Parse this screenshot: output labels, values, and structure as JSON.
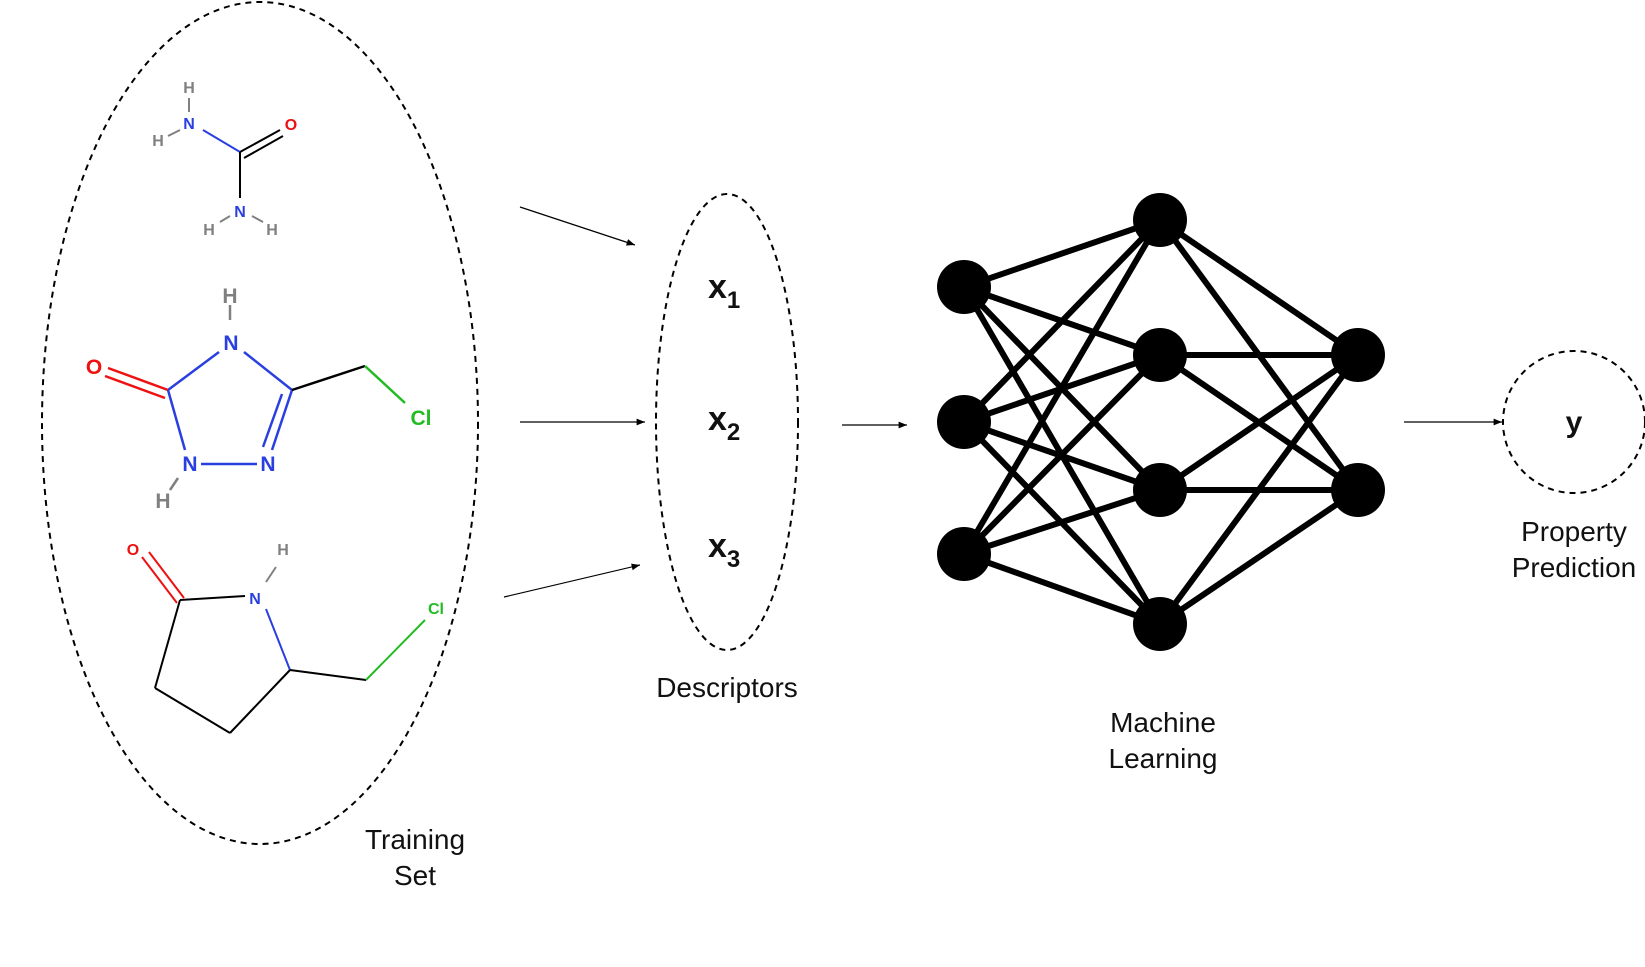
{
  "labels": {
    "training_set": [
      "Training",
      "Set"
    ],
    "descriptors": "Descriptors",
    "machine_learning": [
      "Machine",
      "Learning"
    ],
    "property_prediction": [
      "Property",
      "Prediction"
    ]
  },
  "descriptors": [
    {
      "base": "x",
      "sub": "1"
    },
    {
      "base": "x",
      "sub": "2"
    },
    {
      "base": "x",
      "sub": "3"
    }
  ],
  "output": "y",
  "atoms": {
    "hydrogen": "H",
    "nitrogen": "N",
    "oxygen": "O",
    "chlorine": "Cl"
  },
  "colors": {
    "carbon_bond": "#000000",
    "hydrogen": "#808080",
    "nitrogen": "#2a3fe0",
    "oxygen": "#ee1111",
    "chlorine": "#22bb22",
    "network": "#000000"
  },
  "network": {
    "layers": [
      3,
      4,
      2
    ]
  }
}
